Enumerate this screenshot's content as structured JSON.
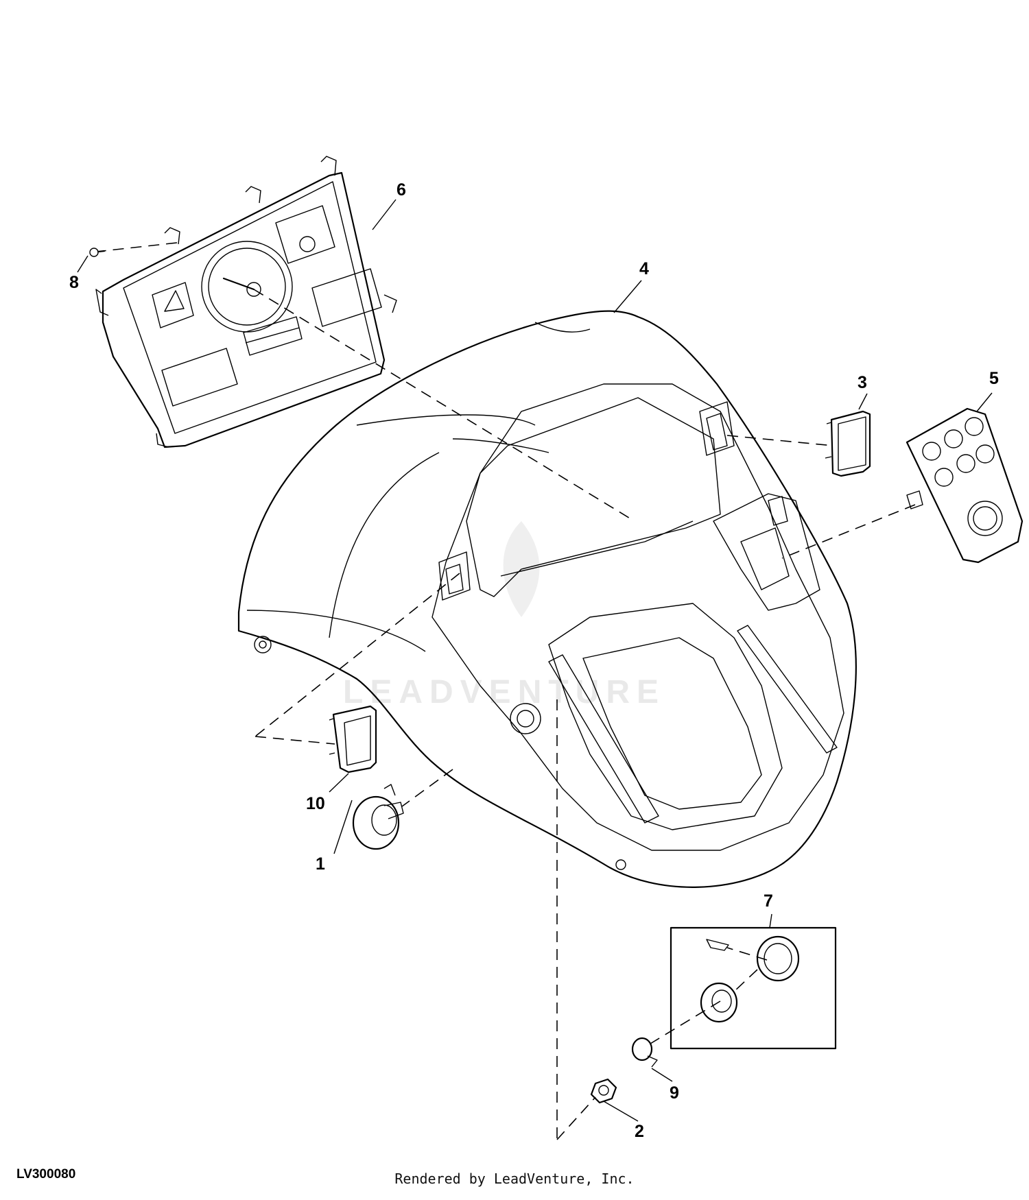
{
  "diagram": {
    "figure_id": "LV300080",
    "credit": "Rendered by LeadVenture, Inc.",
    "watermark": "LEADVENTURE",
    "callouts": [
      "1",
      "2",
      "3",
      "4",
      "5",
      "6",
      "7",
      "8",
      "9",
      "10"
    ]
  }
}
